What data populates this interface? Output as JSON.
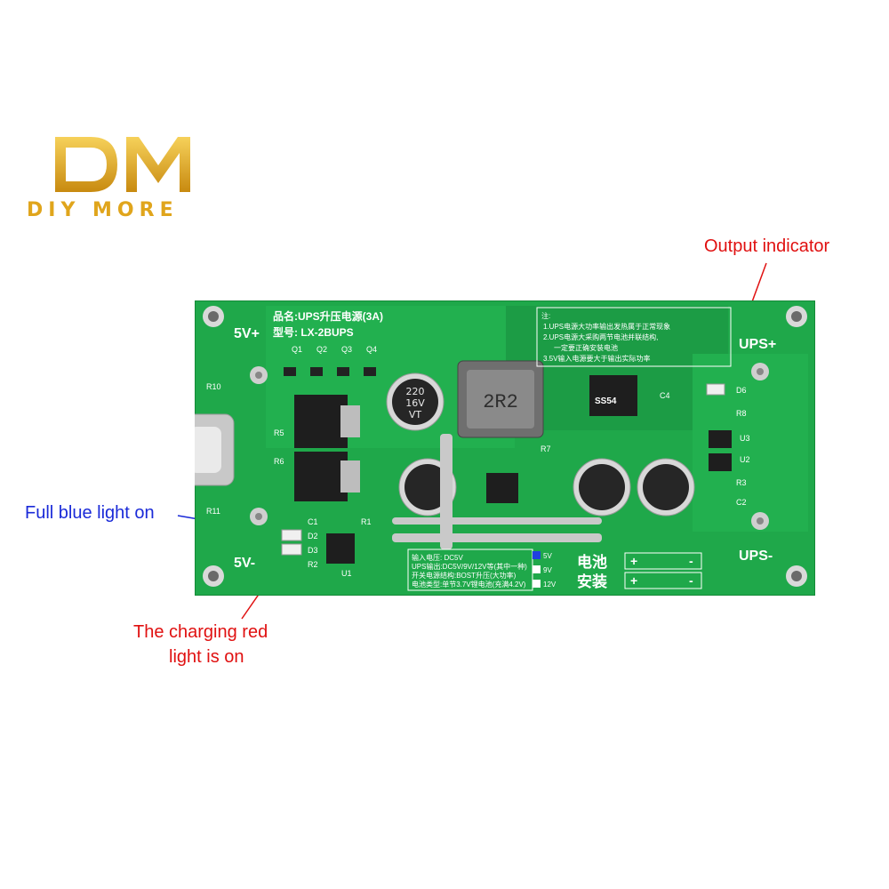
{
  "brand": {
    "logo_text": "DIY MORE",
    "logo_mark_letters": "DM",
    "accent_color": "#e0a51c"
  },
  "callouts": {
    "output_indicator": "Output indicator",
    "full_blue_light": "Full blue light on",
    "charging_red_line1": "The charging red",
    "charging_red_line2": "light is on"
  },
  "board": {
    "label_5v_plus": "5V+",
    "label_5v_minus": "5V-",
    "label_ups_plus": "UPS+",
    "label_ups_minus": "UPS-",
    "product_name": "品名:UPS升压电源(3A)",
    "model": "型号: LX-2BUPS",
    "inductor_label": "2R2",
    "diode_label": "SS54",
    "cap_label_1": "220",
    "cap_label_2": "16V",
    "cap_label_3": "VT",
    "notes_title": "注:",
    "note_1": "1.UPS电源大功率输出发热属于正常现象",
    "note_2": "2.UPS电源大采购两节电池并联结构,",
    "note_3": "一定要正确安装电池",
    "note_4": "3.5V输入电源要大于输出实际功率",
    "spec_1": "输入电压: DC5V",
    "spec_2": "UPS输出:DC5V/9V/12V等(其中一种)",
    "spec_3": "开关电源结构:BOST升压(大功率)",
    "spec_4": "电池类型:单节3.7V锂电池(充满4.2V)",
    "opt_5v": "5V",
    "opt_9v": "9V",
    "opt_12v": "12V",
    "battery_label_1": "电池",
    "battery_label_2": "安装",
    "refs": [
      "Q1",
      "Q2",
      "Q3",
      "Q4",
      "R10",
      "R5",
      "R6",
      "R11",
      "C1",
      "D2",
      "D3",
      "R2",
      "R1",
      "U1",
      "R7",
      "C4",
      "D6",
      "R8",
      "U3",
      "U2",
      "R3",
      "C2"
    ],
    "pcb_color": "#1fa84a",
    "pcb_dark": "#17903c"
  }
}
